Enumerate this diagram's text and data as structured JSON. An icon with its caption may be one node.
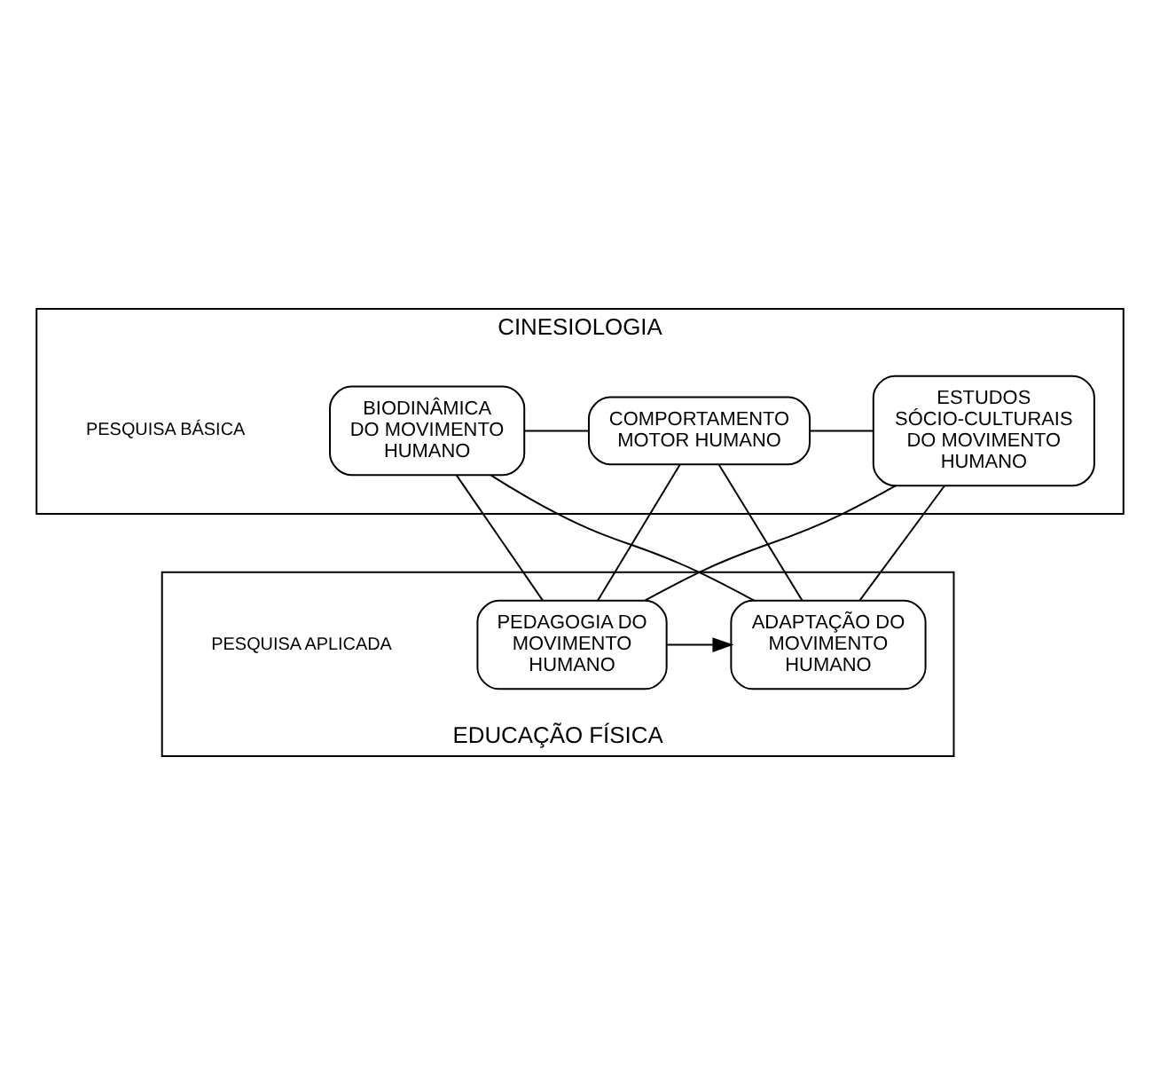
{
  "diagram": {
    "nodes": [
      {
        "text": [
          "CINESIOLOGIA"
        ],
        "beside": [
          "PESQUISA BÁSICA"
        ]
      },
      {
        "text": [
          "BIODINÂMICA DO MOVIMENTO HUMANO"
        ],
        "in": 0
      },
      {
        "text": [
          "COMPORTAMENTO MOTOR HUMANO"
        ],
        "in": 0
      },
      {
        "text": [
          "ESTUDOS SÓCIO-CULTURAIS DO MOVIMENTO HUMANO"
        ],
        "in": 0
      },
      {
        "text": [
          "EDUCAÇÃO FÍSICA"
        ],
        "beside": [
          "PESQUISA APLICADA"
        ]
      },
      {
        "text": [
          "PEDAGOGIA DO MOVIMENTO HUMANO"
        ],
        "in": 4
      },
      {
        "text": [
          "ADAPTAÇÃO DO MOVIMENTO HUMANO"
        ],
        "in": 4
      }
    ],
    "edges": [
      {
        "from": 1,
        "to": 2,
        "arrow": "none"
      },
      {
        "from": 2,
        "to": 3,
        "arrow": "none"
      },
      {
        "from": 1,
        "to": 5,
        "arrow": "none"
      },
      {
        "from": 1,
        "to": 6,
        "arrow": "none"
      },
      {
        "from": 2,
        "to": 5,
        "arrow": "none"
      },
      {
        "from": 2,
        "to": 6,
        "arrow": "none"
      },
      {
        "from": 3,
        "to": 5,
        "arrow": "none"
      },
      {
        "from": 3,
        "to": 6,
        "arrow": "none"
      },
      {
        "from": 5,
        "to": 6,
        "arrow": "to"
      }
    ]
  }
}
